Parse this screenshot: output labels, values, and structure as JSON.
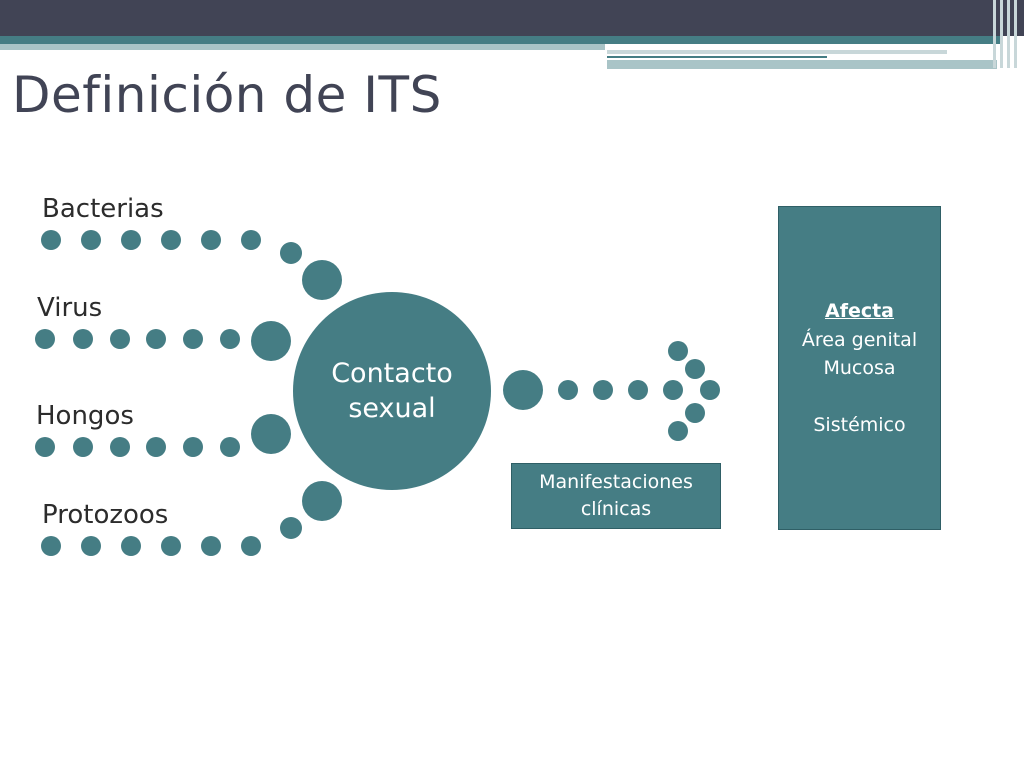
{
  "slide": {
    "title": "Definición de ITS"
  },
  "sources": [
    {
      "label": "Bacterias"
    },
    {
      "label": "Virus"
    },
    {
      "label": "Hongos"
    },
    {
      "label": "Protozoos"
    }
  ],
  "hub": {
    "line1": "Contacto",
    "line2": "sexual"
  },
  "manifestations": {
    "line1": "Manifestaciones",
    "line2": "clínicas"
  },
  "affects": {
    "heading": "Afecta",
    "items": [
      "Área genital",
      "Mucosa",
      "Sistémico"
    ]
  },
  "colors": {
    "primary": "#457d84",
    "header_bar": "#414455",
    "title_text": "#414455"
  }
}
